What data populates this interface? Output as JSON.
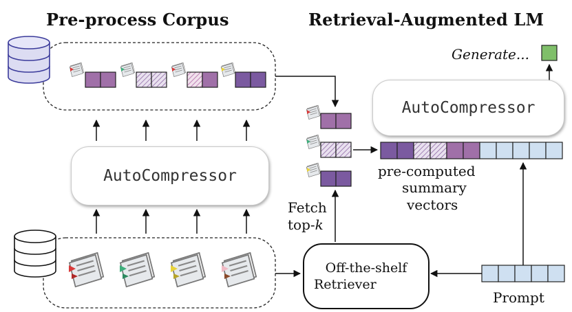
{
  "headings": {
    "left": "Pre-process Corpus",
    "right": "Retrieval-Augmented LM"
  },
  "nodes": {
    "compressor_left": "AutoCompressor",
    "compressor_right": "AutoCompressor",
    "retriever_line1": "Off-the-shelf",
    "retriever_line2": "Retriever"
  },
  "labels": {
    "generate": "Generate...",
    "fetch_line1": "Fetch",
    "fetch_line2_prefix": "top-",
    "fetch_line2_var": "k",
    "precomputed_line1": "pre-computed",
    "precomputed_line2": "summary",
    "precomputed_line3": "vectors",
    "prompt": "Prompt"
  },
  "colors": {
    "summary_vector": "#8e6aa6",
    "summary_vector_dark": "#7b5aa0",
    "summary_vector_pink": "#b06aa8",
    "prompt_token": "#cfe0f1",
    "generated_token": "#7fbf6a",
    "database": "#dcdcf2",
    "bookmark_red": "#d83a3a",
    "bookmark_green": "#3fae7c",
    "bookmark_yellow": "#e8d23a",
    "bookmark_pink": "#f0b9c4",
    "bookmark_brown": "#8a4a2a"
  },
  "icons": [
    "database-icon",
    "document-icon",
    "arrow-icon"
  ]
}
